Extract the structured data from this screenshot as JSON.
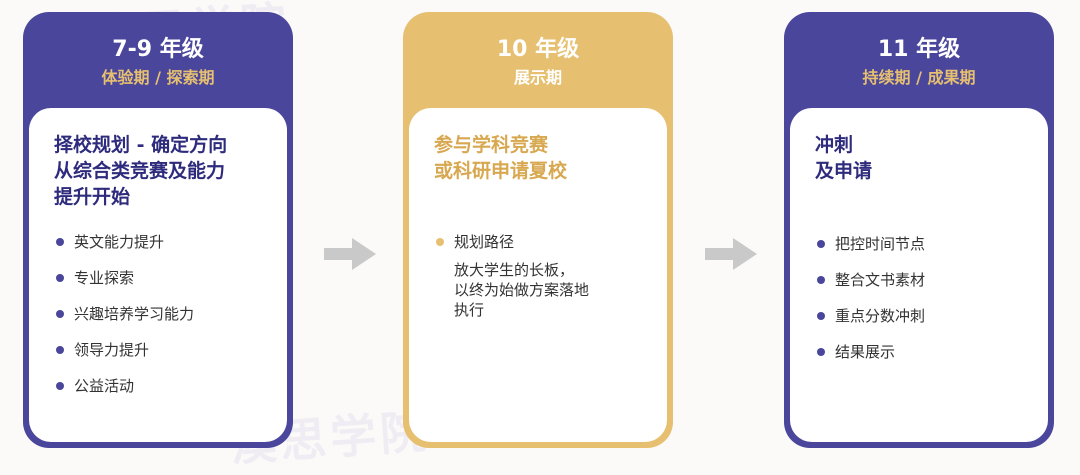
{
  "watermark": "澳思学院",
  "stages": [
    {
      "grade": "7-9 年级",
      "phase": "体验期 / 探索期",
      "heading_lines": [
        "择校规划 - 确定方向",
        "从综合类竞赛及能力",
        "提升开始"
      ],
      "items": [
        {
          "text": "英文能力提升"
        },
        {
          "text": "专业探索"
        },
        {
          "text": "兴趣培养学习能力"
        },
        {
          "text": "领导力提升"
        },
        {
          "text": "公益活动"
        }
      ]
    },
    {
      "grade": "10 年级",
      "phase": "展示期",
      "heading_lines": [
        "参与学科竞赛",
        "或科研申请夏校"
      ],
      "items": [
        {
          "text": "规划路径",
          "detail_lines": [
            "放大学生的长板，",
            "以终为始做方案落地",
            "执行"
          ]
        }
      ]
    },
    {
      "grade": "11 年级",
      "phase": "持续期 / 成果期",
      "heading_lines": [
        "冲刺",
        "及申请"
      ],
      "items": [
        {
          "text": "把控时间节点"
        },
        {
          "text": "整合文书素材"
        },
        {
          "text": "重点分数冲刺"
        },
        {
          "text": "结果展示"
        }
      ]
    }
  ],
  "colors": {
    "primary_purple": "#4a469b",
    "accent_gold": "#e6c070",
    "heading_purple": "#2e2b7d",
    "heading_gold": "#d8a850",
    "arrow_gray": "#c9c9c9"
  },
  "icons": {
    "connector": "right-arrow-icon"
  }
}
